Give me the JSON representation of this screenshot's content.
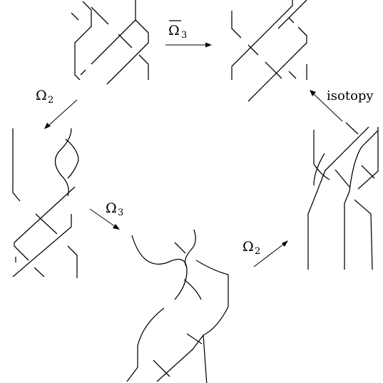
{
  "moves": {
    "top": {
      "symbol": "Ω",
      "subscript": "3",
      "overline": true
    },
    "left": {
      "symbol": "Ω",
      "subscript": "2"
    },
    "middle": {
      "symbol": "Ω",
      "subscript": "3"
    },
    "right": {
      "symbol": "Ω",
      "subscript": "2"
    },
    "upper_right": {
      "word": "isotopy"
    }
  },
  "colors": {
    "stroke": "#000000",
    "background": "#ffffff"
  }
}
